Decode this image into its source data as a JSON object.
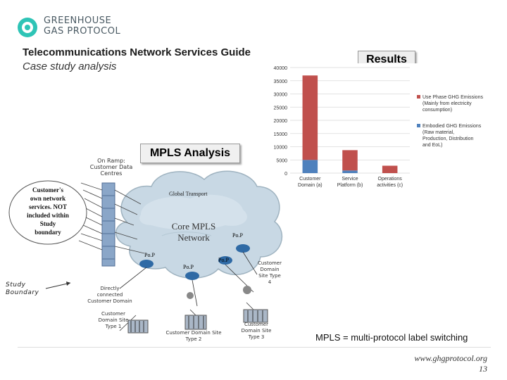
{
  "logo": {
    "line1": "GREENHOUSE",
    "line2": "GAS PROTOCOL"
  },
  "header": {
    "title": "Telecommunications Network Services Guide",
    "subtitle": "Case study analysis"
  },
  "results_label": "Results",
  "mpls_label": "MPLS Analysis",
  "diagram": {
    "onramp": [
      "On Ramp:",
      "Customer Data",
      "Centres"
    ],
    "customer_own": [
      "Customer's",
      "own network",
      "services. NOT",
      "included within",
      "Study",
      "boundary"
    ],
    "global_transport": "Global Transport",
    "core_mpls": [
      "Core MPLS",
      "Network"
    ],
    "pop": "Po.P",
    "study_boundary": [
      "Study",
      "Boundary"
    ],
    "direct": [
      "Directly",
      "connected",
      "Customer Domain"
    ],
    "site1": [
      "Customer",
      "Domain Site",
      "Type 1"
    ],
    "site2": [
      "Customer Domain Site",
      "Type 2"
    ],
    "site3": [
      "Customer",
      "Domain Site",
      "Type 3"
    ],
    "site4": [
      "Customer",
      "Domain",
      "Site Type",
      "4"
    ]
  },
  "note": "MPLS = multi-protocol label switching",
  "footer": {
    "url": "www.ghgprotocol.org",
    "page": "13"
  },
  "chart_data": {
    "type": "bar",
    "stacked": true,
    "categories": [
      "Customer Domain (a)",
      "Service Platform (b)",
      "Operations activities (c)"
    ],
    "series": [
      {
        "name": "Embodied GHG Emissions (Raw material, Production, Distribution and EoL)",
        "color": "#4f81bd",
        "values": [
          5000,
          1000,
          0
        ]
      },
      {
        "name": "Use Phase GHG Emissions (Mainly from electricity consumption)",
        "color": "#c0504d",
        "values": [
          32000,
          7700,
          2800
        ]
      }
    ],
    "ylim": [
      0,
      40000
    ],
    "yticks": [
      "0",
      "5000",
      "10000",
      "15000",
      "20000",
      "25000",
      "30000",
      "35000",
      "40000"
    ],
    "legend": [
      {
        "text": [
          "Use Phase GHG Emissions",
          "(Mainly from electricity",
          "consumption)"
        ],
        "color": "#c0504d"
      },
      {
        "text": [
          "Embodied GHG Emissions",
          "(Raw material,",
          "Production, Distribution",
          "and EoL)"
        ],
        "color": "#4f81bd"
      }
    ],
    "legend_position": "right",
    "grid": true
  }
}
